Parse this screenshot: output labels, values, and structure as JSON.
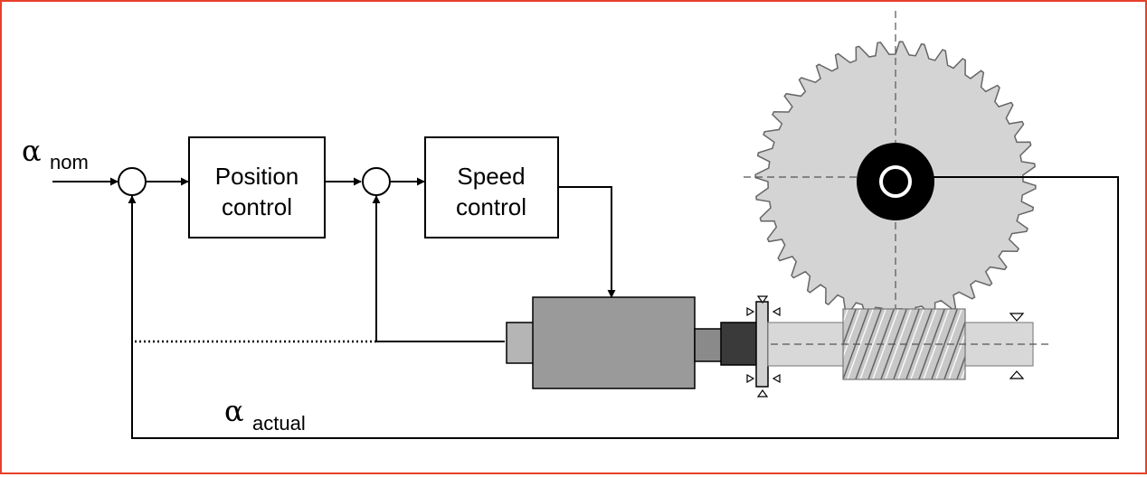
{
  "diagram": {
    "input_symbol": "α",
    "input_subscript": "nom",
    "feedback_symbol": "α",
    "feedback_subscript": "actual",
    "blocks": {
      "position_control": [
        "Position",
        "control"
      ],
      "speed_control": [
        "Speed",
        "control"
      ]
    }
  },
  "colors": {
    "frame_border": "#e8402a",
    "gear_fill": "#d4d4d4",
    "motor_fill": "#9a9a9a",
    "shaft_fill": "#d8d8d8",
    "hub_fill": "#000000"
  }
}
